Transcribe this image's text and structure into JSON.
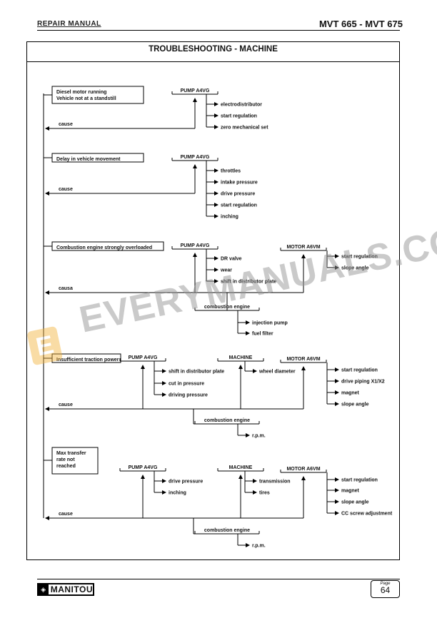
{
  "header": {
    "left": "REPAIR MANUAL",
    "right": "MVT 665 - MVT 675"
  },
  "title": "TROUBLESHOOTING - MACHINE",
  "labels": {
    "cause": "cause",
    "causa": "causa",
    "pump": "PUMP A4VG",
    "motor": "MOTOR A6VM",
    "machine": "MACHINE",
    "combustion": "combustion engine"
  },
  "problems": {
    "p1": [
      "Diesel motor running",
      "Vehicle not at a standstill"
    ],
    "p2": [
      "Delay in vehicle movement"
    ],
    "p3": [
      "Combustion engine strongly overloaded"
    ],
    "p4": [
      "Insufficient traction power"
    ],
    "p5": [
      "Max transfer",
      "rate not",
      "reached"
    ]
  },
  "items": {
    "s1_pump": [
      "electrodistributor",
      "start regulation",
      "zero mechanical set"
    ],
    "s2_pump": [
      "throttles",
      "intake pressure",
      "drive pressure",
      "start regulation",
      "inching"
    ],
    "s3_pump": [
      "DR valve",
      "wear",
      "shift in distributor plate"
    ],
    "s3_motor": [
      "start regulation",
      "slope angle"
    ],
    "s3_comb": [
      "injection pump",
      "fuel filter"
    ],
    "s4_pump": [
      "shift in distributor plate",
      "cut in pressure",
      "driving pressure"
    ],
    "s4_machine": [
      "wheel diameter"
    ],
    "s4_motor": [
      "start regulation",
      "drive piping X1/X2",
      "magnet",
      "slope angle"
    ],
    "s4_comb": [
      "r.p.m."
    ],
    "s5_pump": [
      "drive pressure",
      "inching"
    ],
    "s5_machine": [
      "transmission",
      "tires"
    ],
    "s5_motor": [
      "start regulation",
      "magnet",
      "slope angle",
      "CC screw adjustment"
    ],
    "s5_comb": [
      "r.p.m."
    ]
  },
  "watermark": "EVERYMANUALS.COM",
  "watermark_logo": "E",
  "footer": {
    "brand": "MANITOU",
    "page_label": "Page",
    "page_number": "64"
  }
}
